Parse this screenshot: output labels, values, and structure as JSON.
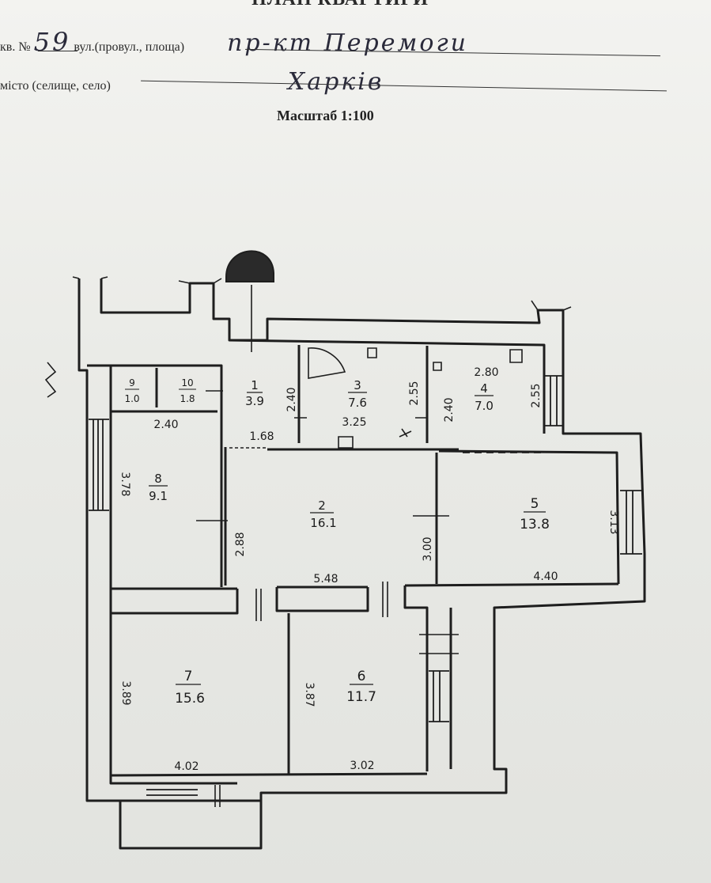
{
  "document": {
    "title": "ПЛАН КВАРТИРИ",
    "address_prefix": "кв. №",
    "apartment_number": "59",
    "street_label": "вул.(провул., площа)",
    "street_value": "пр-кт Перемоги",
    "city_label": "місто (селище, село)",
    "city_value": "Харків",
    "scale_label": "Масштаб 1:100"
  },
  "rooms": [
    {
      "number": "1",
      "area": "3.9"
    },
    {
      "number": "2",
      "area": "16.1"
    },
    {
      "number": "3",
      "area": "7.6"
    },
    {
      "number": "4",
      "area": "7.0"
    },
    {
      "number": "5",
      "area": "13.8"
    },
    {
      "number": "6",
      "area": "11.7"
    },
    {
      "number": "7",
      "area": "15.6"
    },
    {
      "number": "8",
      "area": "9.1"
    },
    {
      "number": "9",
      "area": "1.0"
    },
    {
      "number": "10",
      "area": "1.8"
    }
  ],
  "dimensions": {
    "corridor_vertical": "2.40",
    "room3_width": "3.25",
    "room3_height": "2.55",
    "room4_width": "2.80",
    "room4_left_height": "2.40",
    "room4_right_height": "2.55",
    "closet_width": "2.40",
    "passage_width": "1.68",
    "room8_height": "3.78",
    "room2_height": "2.88",
    "room2_width": "5.48",
    "room2_right_height": "3.00",
    "room5_width": "4.40",
    "room5_height": "3.13",
    "room7_height": "3.89",
    "room7_width": "4.02",
    "room6_height": "3.87",
    "room6_width": "3.02"
  }
}
